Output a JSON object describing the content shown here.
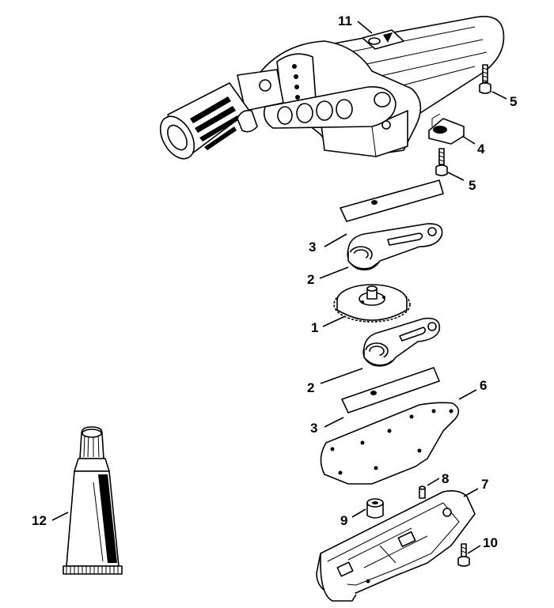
{
  "diagram": {
    "callouts": {
      "c1": "1",
      "c2a": "2",
      "c2b": "2",
      "c3a": "3",
      "c3b": "3",
      "c4": "4",
      "c5a": "5",
      "c5b": "5",
      "c6": "6",
      "c7": "7",
      "c8": "8",
      "c9": "9",
      "c10": "10",
      "c11": "11",
      "c12": "12"
    }
  }
}
